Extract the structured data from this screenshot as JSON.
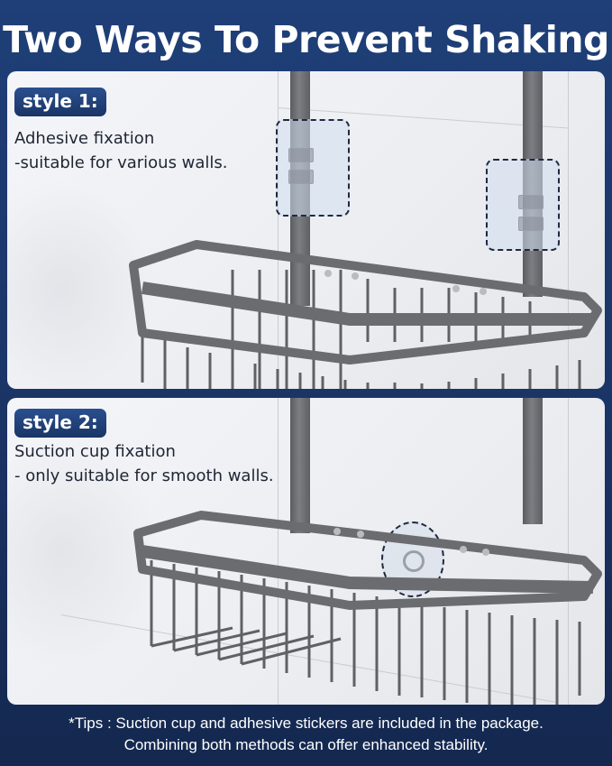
{
  "header": {
    "title": "Two Ways To Prevent Shaking"
  },
  "panels": [
    {
      "badge": "style 1:",
      "line1": "Adhesive fixation",
      "line2": "-suitable for various walls.",
      "mount_icon": "adhesive-sticker-icon"
    },
    {
      "badge": "style 2:",
      "line1": "Suction cup fixation",
      "line2": "- only suitable for smooth walls.",
      "mount_icon": "suction-cup-icon"
    }
  ],
  "footer": {
    "tip_line1": "*Tips : Suction cup and adhesive stickers are included in the package.",
    "tip_line2": "Combining both methods can offer enhanced stability."
  },
  "colors": {
    "background": "#1b3567",
    "badge": "#1f3f78",
    "text_dark": "#1e2533",
    "metal": "#6a6c70"
  }
}
